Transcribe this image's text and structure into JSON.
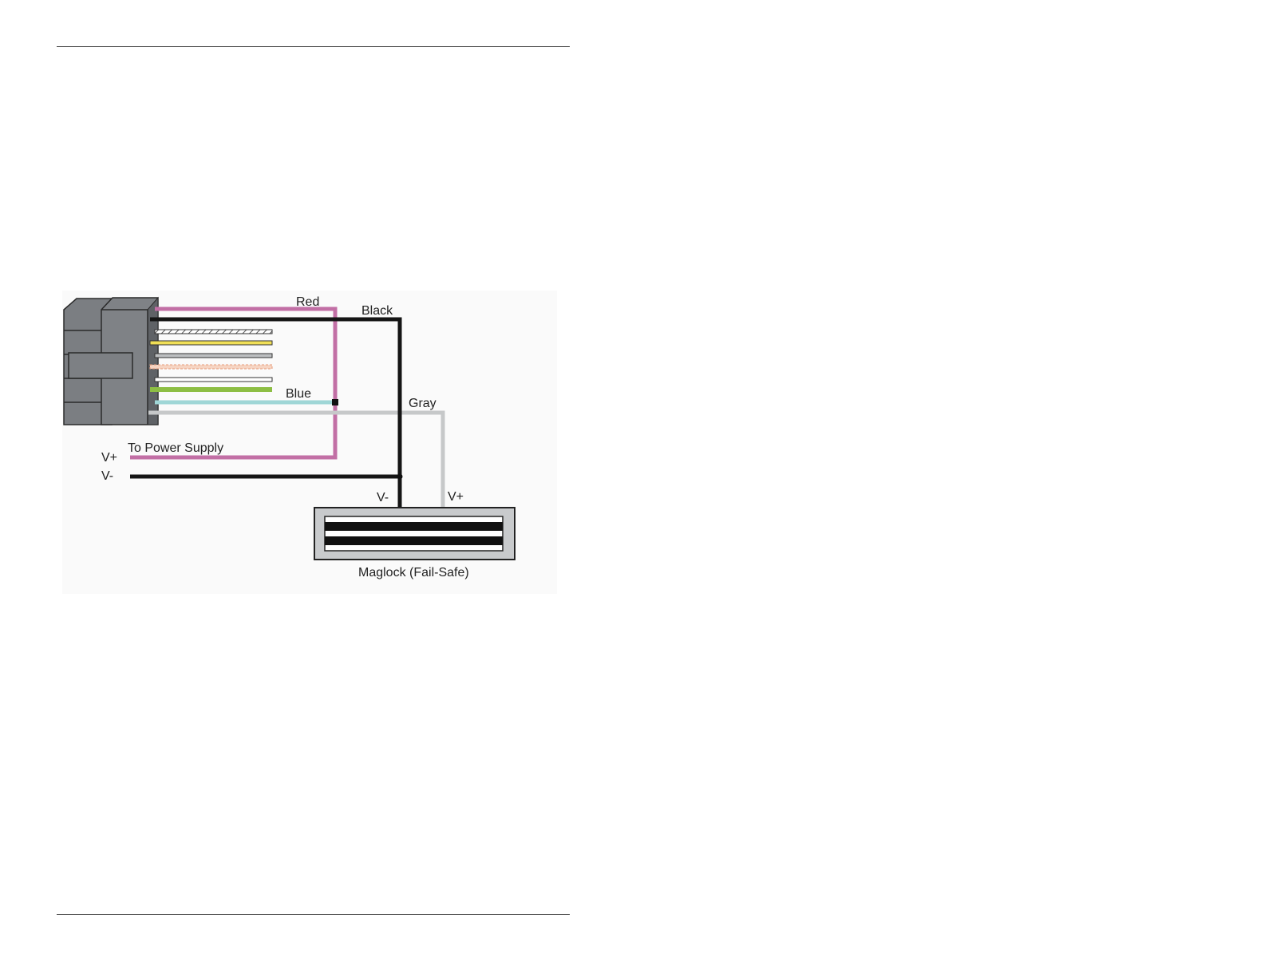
{
  "diagram": {
    "wires": {
      "red": {
        "label": "Red",
        "color": "#c26fa5"
      },
      "black": {
        "label": "Black",
        "color": "#151515"
      },
      "blue": {
        "label": "Blue",
        "color": "#9fd6d6"
      },
      "gray": {
        "label": "Gray",
        "color": "#c6c8c9"
      },
      "yellow": {
        "color": "#f0df56"
      },
      "orange": {
        "color": "#f0b99b"
      },
      "green": {
        "color": "#8dbe44"
      }
    },
    "power_supply": {
      "label": "To Power Supply",
      "v_plus": "V+",
      "v_minus": "V-"
    },
    "maglock": {
      "label": "Maglock (Fail-Safe)",
      "v_minus": "V-",
      "v_plus": "V+"
    }
  }
}
